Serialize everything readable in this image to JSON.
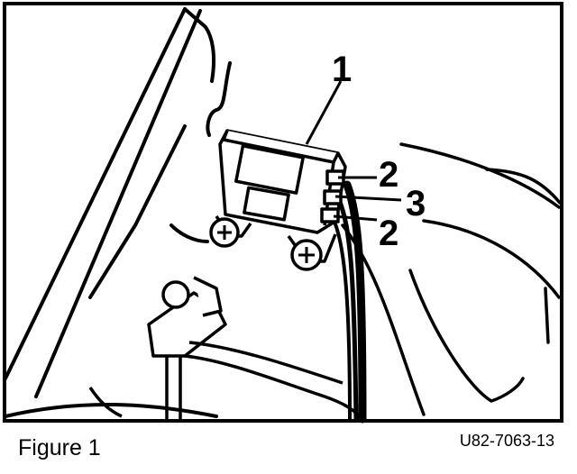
{
  "figure": {
    "caption": "Figure 1",
    "code": "U82-7063-13",
    "callouts": [
      "1",
      "2",
      "3",
      "2"
    ]
  }
}
